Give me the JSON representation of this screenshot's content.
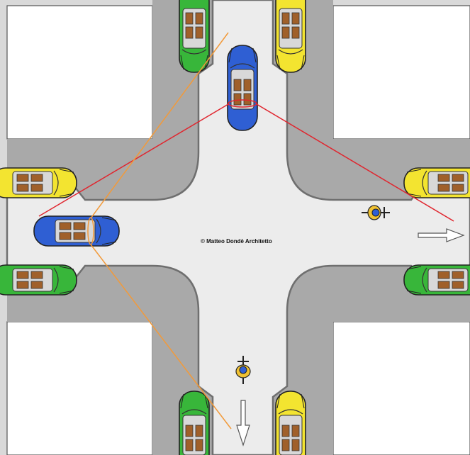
{
  "diagram": {
    "credit": "© Matteo Dondè Architetto",
    "colors": {
      "background": "#d9d9d9",
      "block": "#ffffff",
      "sidewalk": "#a9a9a9",
      "road": "#ececec",
      "curb": "#6f6f6f",
      "sight_line_red": "#e0262f",
      "sight_line_orange": "#f29a3a",
      "car_blue": "#2f5fd3",
      "car_green": "#38b63a",
      "car_yellow": "#f3e430",
      "bike_yellow": "#f1c232"
    },
    "cars": [
      {
        "id": "blue-car-northbound",
        "color": "car_blue"
      },
      {
        "id": "blue-car-eastbound",
        "color": "car_blue"
      },
      {
        "id": "green-parked-top-left",
        "color": "car_green"
      },
      {
        "id": "yellow-parked-top-right",
        "color": "car_yellow"
      },
      {
        "id": "yellow-parked-left-top",
        "color": "car_yellow"
      },
      {
        "id": "green-parked-left-bottom",
        "color": "car_green"
      },
      {
        "id": "yellow-parked-right-top",
        "color": "car_yellow"
      },
      {
        "id": "green-parked-right-bottom",
        "color": "car_green"
      },
      {
        "id": "green-parked-bottom-left",
        "color": "car_green"
      },
      {
        "id": "yellow-parked-bottom-right",
        "color": "car_yellow"
      }
    ],
    "bicycles": [
      {
        "id": "bicycle-east-arm"
      },
      {
        "id": "bicycle-south-arm"
      }
    ],
    "direction_arrows": [
      {
        "id": "arrow-east",
        "direction": "east"
      },
      {
        "id": "arrow-south",
        "direction": "south"
      }
    ]
  }
}
